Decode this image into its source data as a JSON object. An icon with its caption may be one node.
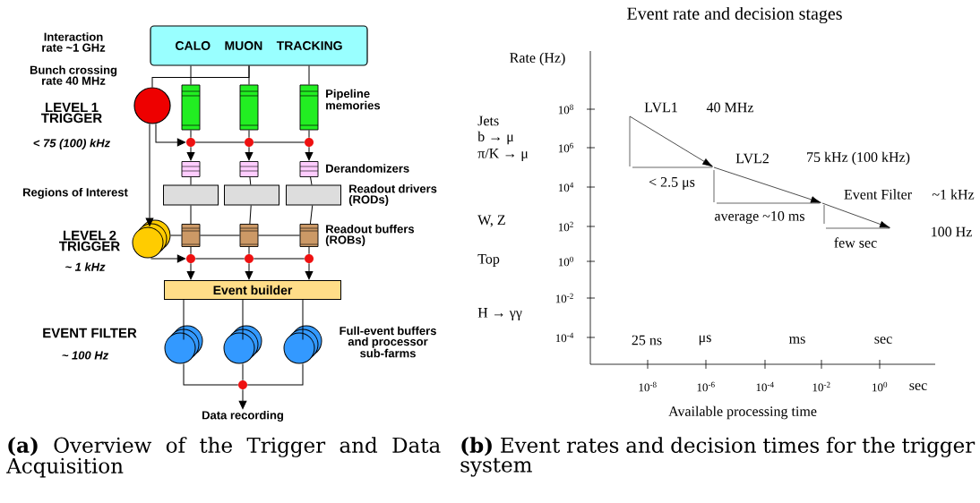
{
  "diagram": {
    "nodes": [
      {
        "text": [
          "CALO MUON TRACKING"
        ]
      },
      {
        "text": [],
        "shape": "circle"
      },
      {
        "text": [],
        "shape": "bar"
      },
      {
        "text": [],
        "shape": "bar"
      },
      {
        "text": [],
        "shape": "bar",
        "beside": [
          "Pipeline memories"
        ]
      },
      {
        "text": [],
        "shape": "circle"
      },
      {
        "text": [],
        "shape": "circle"
      },
      {
        "text": [],
        "shape": "circle"
      },
      {
        "text": [],
        "shape": "box"
      },
      {
        "text": [],
        "shape": "box"
      },
      {
        "text": [],
        "shape": "box",
        "beside": [
          "Derandomizers"
        ]
      },
      {
        "text": [],
        "shape": "box"
      },
      {
        "text": [],
        "shape": "box"
      },
      {
        "text": [],
        "shape": "box",
        "beside": [
          "Readout drivers (RODs)"
        ]
      },
      {
        "text": [],
        "shape": "circle"
      },
      {
        "text": [],
        "shape": "box"
      },
      {
        "text": [],
        "shape": "box"
      },
      {
        "text": [],
        "shape": "box",
        "beside": [
          "Readout buffers (ROBs)"
        ]
      },
      {
        "text": [],
        "shape": "circle"
      },
      {
        "text": [],
        "shape": "circle"
      },
      {
        "text": [],
        "shape": "circle"
      },
      {
        "text": [
          "Event builder"
        ]
      },
      {
        "text": [],
        "shape": "circle"
      },
      {
        "text": [],
        "shape": "circle"
      },
      {
        "text": [],
        "shape": "circle",
        "beside": [
          "Full-event buffers and processor sub-farms"
        ]
      },
      {
        "text": [],
        "shape": "circle"
      },
      {
        "text": [
          "Data recording"
        ]
      }
    ],
    "edges": [
      {
        "from": 0,
        "to": 1,
        "arrow": "none"
      },
      {
        "from": 0,
        "to": 2,
        "arrow": "none"
      },
      {
        "from": 0,
        "to": 3,
        "arrow": "none"
      },
      {
        "from": 0,
        "to": 4,
        "arrow": "none"
      },
      {
        "from": 2,
        "to": 5,
        "arrow": "none"
      },
      {
        "from": 3,
        "to": 6,
        "arrow": "none"
      },
      {
        "from": 4,
        "to": 7,
        "arrow": "none"
      },
      {
        "from": 1,
        "to": 5,
        "arrow": "to"
      },
      {
        "from": 5,
        "to": 6,
        "arrow": "none"
      },
      {
        "from": 6,
        "to": 7,
        "arrow": "none"
      },
      {
        "from": 5,
        "to": 8,
        "arrow": "to"
      },
      {
        "from": 6,
        "to": 9,
        "arrow": "to"
      },
      {
        "from": 7,
        "to": 10,
        "arrow": "to"
      },
      {
        "from": 8,
        "to": 11,
        "arrow": "none"
      },
      {
        "from": 9,
        "to": 12,
        "arrow": "none"
      },
      {
        "from": 10,
        "to": 13,
        "arrow": "none"
      },
      {
        "from": 11,
        "to": 15,
        "arrow": "none"
      },
      {
        "from": 12,
        "to": 16,
        "arrow": "none"
      },
      {
        "from": 13,
        "to": 17,
        "arrow": "none"
      },
      {
        "from": 1,
        "to": 14,
        "arrow": "to"
      },
      {
        "from": 14,
        "to": 15,
        "arrow": "none"
      },
      {
        "from": 15,
        "to": 16,
        "arrow": "none"
      },
      {
        "from": 16,
        "to": 17,
        "arrow": "none"
      },
      {
        "from": 14,
        "to": 18,
        "arrow": "to"
      },
      {
        "from": 15,
        "to": 18,
        "arrow": "none"
      },
      {
        "from": 16,
        "to": 19,
        "arrow": "none"
      },
      {
        "from": 17,
        "to": 20,
        "arrow": "none"
      },
      {
        "from": 18,
        "to": 19,
        "arrow": "none"
      },
      {
        "from": 19,
        "to": 20,
        "arrow": "none"
      },
      {
        "from": 18,
        "to": 21,
        "arrow": "to"
      },
      {
        "from": 19,
        "to": 21,
        "arrow": "to"
      },
      {
        "from": 20,
        "to": 21,
        "arrow": "to"
      },
      {
        "from": 21,
        "to": 22,
        "arrow": "none"
      },
      {
        "from": 21,
        "to": 23,
        "arrow": "none"
      },
      {
        "from": 21,
        "to": 24,
        "arrow": "none"
      },
      {
        "from": 22,
        "to": 25,
        "arrow": "none"
      },
      {
        "from": 23,
        "to": 25,
        "arrow": "none"
      },
      {
        "from": 24,
        "to": 25,
        "arrow": "none"
      },
      {
        "from": 25,
        "to": 26,
        "arrow": "to"
      }
    ],
    "labels": [
      "Interaction rate ~1 GHz",
      "Bunch crossing rate 40 MHz",
      "LEVEL 1 TRIGGER",
      "< 75 (100) kHz",
      "Regions of Interest",
      "LEVEL 2 TRIGGER",
      "~ 1 kHz",
      "EVENT FILTER",
      "~ 100 Hz",
      "Event rate and decision stages",
      "Rate (Hz)",
      "10$^{8}$",
      "LVL1",
      "40 MHz",
      "Jets",
      "b → μ",
      "10$^{6}$",
      "π/K → μ",
      "LVL2",
      "75 kHz (100 kHz)",
      "10$^{4}$",
      "< 2.5 μs",
      "Event Filter",
      "~1 kHz",
      "W, Z",
      "10$^{2}$",
      "average ~10 ms",
      "100 Hz",
      "few sec",
      "Top",
      "10$^{0}$",
      "10$^{-2}$",
      "H → γγ",
      "10$^{-4}$",
      "25 ns",
      "μs",
      "ms",
      "sec",
      "10$^{-8}$",
      "10$^{-6}$",
      "10$^{-4}$",
      "10$^{-2}$",
      "10$^{0}$",
      "sec",
      "Available processing time",
      "**(a)** Overview of the Trigger and Data Acquisition",
      "**(b)** Event rates and decision times for the trigger system"
    ]
  }
}
